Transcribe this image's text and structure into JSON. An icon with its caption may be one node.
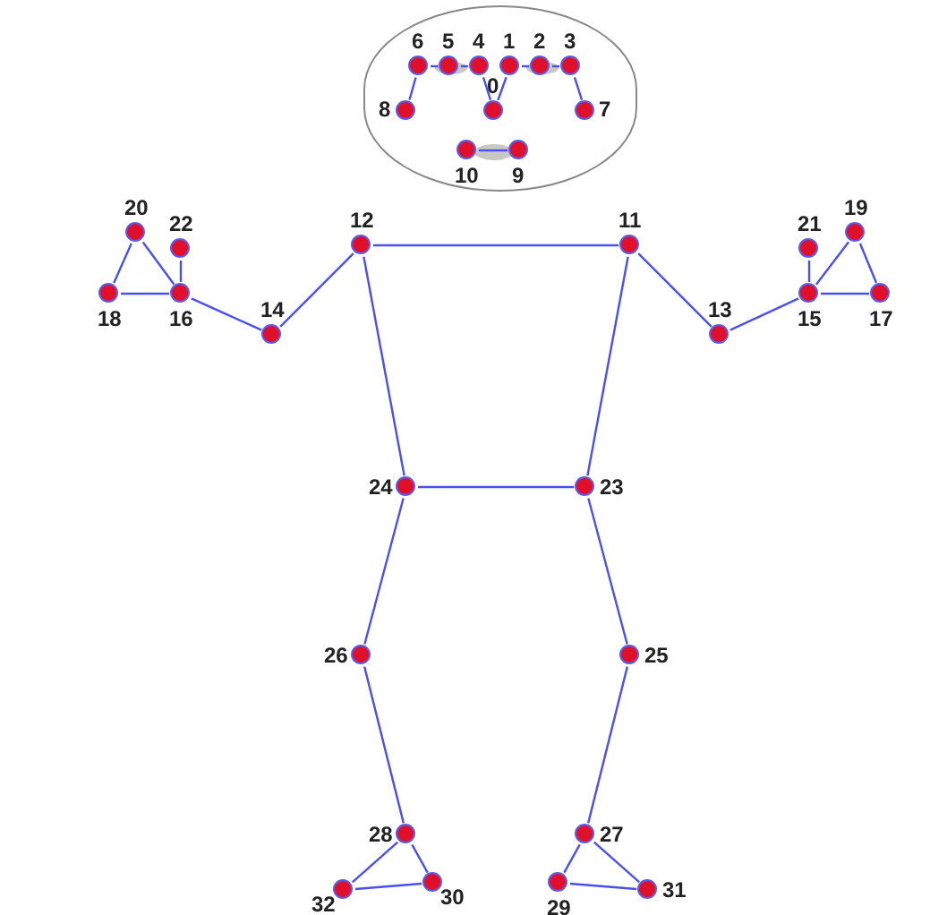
{
  "diagram": {
    "nodes": [
      {
        "text": [],
        "shape": "box"
      },
      {
        "text": [],
        "shape": "circle",
        "beside": [
          "0"
        ],
        "in": 0
      },
      {
        "text": [],
        "shape": "circle",
        "beside": [
          "1"
        ],
        "in": 0
      },
      {
        "text": [],
        "shape": "circle",
        "beside": [
          "2"
        ],
        "in": 0
      },
      {
        "text": [],
        "shape": "circle",
        "beside": [
          "3"
        ],
        "in": 0
      },
      {
        "text": [],
        "shape": "circle",
        "beside": [
          "4"
        ],
        "in": 0
      },
      {
        "text": [],
        "shape": "circle",
        "beside": [
          "5"
        ],
        "in": 0
      },
      {
        "text": [],
        "shape": "circle",
        "beside": [
          "6"
        ],
        "in": 0
      },
      {
        "text": [],
        "shape": "circle",
        "beside": [
          "7"
        ],
        "in": 0
      },
      {
        "text": [],
        "shape": "circle",
        "beside": [
          "8"
        ],
        "in": 0
      },
      {
        "text": [],
        "shape": "circle",
        "beside": [
          "9"
        ],
        "in": 0
      },
      {
        "text": [],
        "shape": "circle",
        "beside": [
          "10"
        ],
        "in": 0
      },
      {
        "text": [],
        "shape": "circle",
        "beside": [
          "11"
        ]
      },
      {
        "text": [],
        "shape": "circle",
        "beside": [
          "12"
        ]
      },
      {
        "text": [],
        "shape": "circle",
        "beside": [
          "13"
        ]
      },
      {
        "text": [],
        "shape": "circle",
        "beside": [
          "14"
        ]
      },
      {
        "text": [],
        "shape": "circle",
        "beside": [
          "15"
        ]
      },
      {
        "text": [],
        "shape": "circle",
        "beside": [
          "16"
        ]
      },
      {
        "text": [],
        "shape": "circle",
        "beside": [
          "17"
        ]
      },
      {
        "text": [],
        "shape": "circle",
        "beside": [
          "18"
        ]
      },
      {
        "text": [],
        "shape": "circle",
        "beside": [
          "19"
        ]
      },
      {
        "text": [],
        "shape": "circle",
        "beside": [
          "20"
        ]
      },
      {
        "text": [],
        "shape": "circle",
        "beside": [
          "21"
        ]
      },
      {
        "text": [],
        "shape": "circle",
        "beside": [
          "22"
        ]
      },
      {
        "text": [],
        "shape": "circle",
        "beside": [
          "23"
        ]
      },
      {
        "text": [],
        "shape": "circle",
        "beside": [
          "24"
        ]
      },
      {
        "text": [],
        "shape": "circle",
        "beside": [
          "25"
        ]
      },
      {
        "text": [],
        "shape": "circle",
        "beside": [
          "26"
        ]
      },
      {
        "text": [],
        "shape": "circle",
        "beside": [
          "27"
        ]
      },
      {
        "text": [],
        "shape": "circle",
        "beside": [
          "28"
        ]
      },
      {
        "text": [],
        "shape": "circle",
        "beside": [
          "29"
        ]
      },
      {
        "text": [],
        "shape": "circle",
        "beside": [
          "30"
        ]
      },
      {
        "text": [],
        "shape": "circle",
        "beside": [
          "31"
        ]
      },
      {
        "text": [],
        "shape": "circle",
        "beside": [
          "32"
        ]
      }
    ],
    "edges": [
      {
        "from": 9,
        "to": 7,
        "arrow": "none"
      },
      {
        "from": 7,
        "to": 6,
        "arrow": "none"
      },
      {
        "from": 6,
        "to": 5,
        "arrow": "none"
      },
      {
        "from": 5,
        "to": 1,
        "arrow": "none"
      },
      {
        "from": 1,
        "to": 2,
        "arrow": "none"
      },
      {
        "from": 2,
        "to": 3,
        "arrow": "none"
      },
      {
        "from": 3,
        "to": 4,
        "arrow": "none"
      },
      {
        "from": 4,
        "to": 8,
        "arrow": "none"
      },
      {
        "from": 11,
        "to": 10,
        "arrow": "none"
      },
      {
        "from": 13,
        "to": 12,
        "arrow": "none"
      },
      {
        "from": 17,
        "to": 19,
        "arrow": "none"
      },
      {
        "from": 19,
        "to": 21,
        "arrow": "none"
      },
      {
        "from": 21,
        "to": 17,
        "arrow": "none"
      },
      {
        "from": 17,
        "to": 23,
        "arrow": "none"
      },
      {
        "from": 17,
        "to": 15,
        "arrow": "none"
      },
      {
        "from": 15,
        "to": 13,
        "arrow": "none"
      },
      {
        "from": 12,
        "to": 14,
        "arrow": "none"
      },
      {
        "from": 14,
        "to": 16,
        "arrow": "none"
      },
      {
        "from": 16,
        "to": 22,
        "arrow": "none"
      },
      {
        "from": 16,
        "to": 20,
        "arrow": "none"
      },
      {
        "from": 16,
        "to": 18,
        "arrow": "none"
      },
      {
        "from": 18,
        "to": 20,
        "arrow": "none"
      },
      {
        "from": 13,
        "to": 25,
        "arrow": "none"
      },
      {
        "from": 12,
        "to": 24,
        "arrow": "none"
      },
      {
        "from": 25,
        "to": 24,
        "arrow": "none"
      },
      {
        "from": 25,
        "to": 27,
        "arrow": "none"
      },
      {
        "from": 27,
        "to": 29,
        "arrow": "none"
      },
      {
        "from": 29,
        "to": 33,
        "arrow": "none"
      },
      {
        "from": 29,
        "to": 31,
        "arrow": "none"
      },
      {
        "from": 33,
        "to": 31,
        "arrow": "none"
      },
      {
        "from": 24,
        "to": 26,
        "arrow": "none"
      },
      {
        "from": 26,
        "to": 28,
        "arrow": "none"
      },
      {
        "from": 28,
        "to": 30,
        "arrow": "none"
      },
      {
        "from": 28,
        "to": 32,
        "arrow": "none"
      },
      {
        "from": 30,
        "to": 32,
        "arrow": "none"
      }
    ]
  }
}
